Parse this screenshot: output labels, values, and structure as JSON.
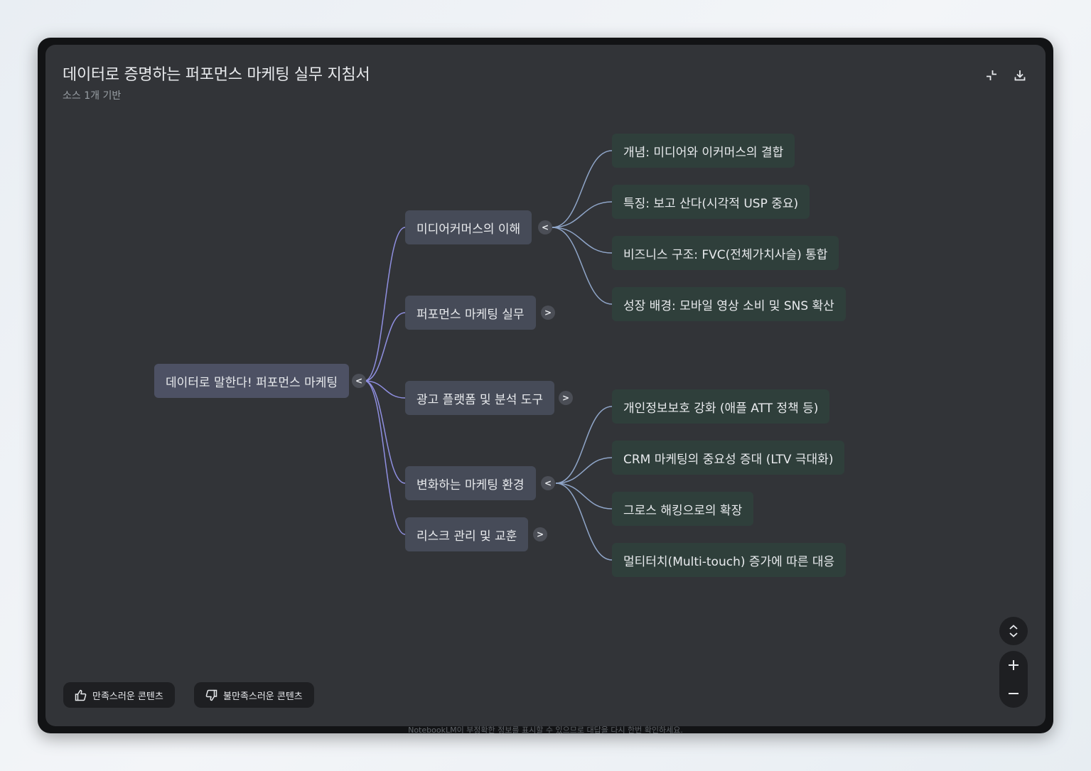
{
  "header": {
    "title": "데이터로 증명하는 퍼포먼스 마케팅 실무 지침서",
    "subtitle": "소스 1개 기반",
    "collapse_icon": "collapse-icon",
    "download_icon": "download-icon"
  },
  "mindmap": {
    "root": {
      "label": "데이터로 말한다! 퍼포먼스 마케팅",
      "toggle": "<"
    },
    "branches": [
      {
        "label": "미디어커머스의 이해",
        "toggle": "<",
        "children": [
          "개념: 미디어와 이커머스의 결합",
          "특징: 보고 산다(시각적 USP 중요)",
          "비즈니스 구조: FVC(전체가치사슬) 통합",
          "성장 배경: 모바일 영상 소비 및 SNS 확산"
        ]
      },
      {
        "label": "퍼포먼스 마케팅 실무",
        "toggle": ">",
        "children": []
      },
      {
        "label": "광고 플랫폼 및 분석 도구",
        "toggle": ">",
        "children": []
      },
      {
        "label": "변화하는 마케팅 환경",
        "toggle": "<",
        "children": [
          "개인정보보호 강화 (애플 ATT 정책 등)",
          "CRM 마케팅의 중요성 증대 (LTV 극대화)",
          "그로스 해킹으로의 확장",
          "멀티터치(Multi-touch) 증가에 따른 대응"
        ]
      },
      {
        "label": "리스크 관리 및 교훈",
        "toggle": ">",
        "children": []
      }
    ]
  },
  "feedback": {
    "like_label": "만족스러운 콘텐츠",
    "dislike_label": "불만족스러운 콘텐츠",
    "like_icon": "thumbs-up-icon",
    "dislike_icon": "thumbs-down-icon"
  },
  "controls": {
    "expand_icon": "unfold-icon",
    "zoom_in_icon": "plus-icon",
    "zoom_out_icon": "minus-icon"
  },
  "disclaimer": "NotebookLM이 부정확한 정보를 표시할 수 있으므로 대답을 다시 한번 확인하세요.",
  "colors": {
    "panel": "#323438",
    "root_node": "#4d5164",
    "branch_node": "#464b58",
    "leaf_node": "#2f3f3b",
    "connector_to_branch": "#8f8fe0",
    "connector_to_leaf": "#8fa5c8"
  }
}
